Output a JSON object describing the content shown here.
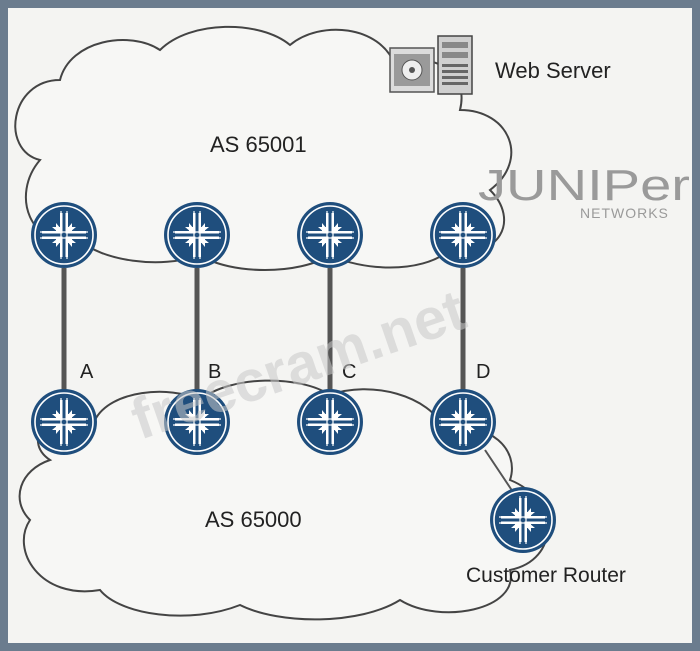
{
  "top_cloud": {
    "label": "AS 65001"
  },
  "bottom_cloud": {
    "label": "AS 65000"
  },
  "web_server": {
    "label": "Web Server",
    "icon": "server-icon"
  },
  "customer_router": {
    "label": "Customer Router",
    "icon": "router-icon"
  },
  "logo": {
    "brand": "JUNIPer",
    "sub": "NETWORKS"
  },
  "watermark": "freecram.net",
  "links": [
    {
      "label": "A"
    },
    {
      "label": "B"
    },
    {
      "label": "C"
    },
    {
      "label": "D"
    }
  ],
  "colors": {
    "router_fill": "#1f4e7d",
    "router_ring": "#ffffff",
    "link_line": "#555555",
    "cloud_stroke": "#444444",
    "logo": "#9a9a9a"
  }
}
